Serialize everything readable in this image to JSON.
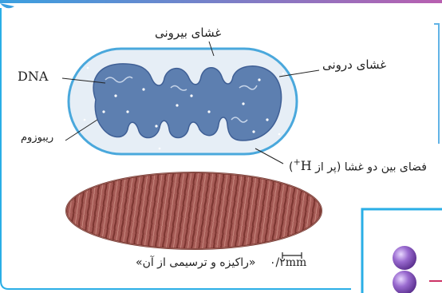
{
  "labels": {
    "outer_membrane": "غشای بیرونی",
    "inner_membrane": "غشای درونی",
    "dna": "DNA",
    "ribosome": "ریبوزوم",
    "intermembrane_space_prefix": "فضای بین دو غشا (پر از",
    "h_ion": "H",
    "h_ion_charge": "+",
    "intermembrane_space_suffix": ")",
    "caption": "«راکیزه و ترسیمی از آن»",
    "scale_value": "۰/۲",
    "scale_unit": "mm"
  },
  "colors": {
    "outer_border": "#4aa8dc",
    "outer_fill": "#e6eef6",
    "matrix": "#5d7fb0",
    "micrograph": "#a55a55",
    "accent_purple": "#7a4fb0",
    "corner_frame": "#2aaee6",
    "frame_gradient_start": "#3aa0e0",
    "frame_gradient_end": "#b85fb0"
  }
}
